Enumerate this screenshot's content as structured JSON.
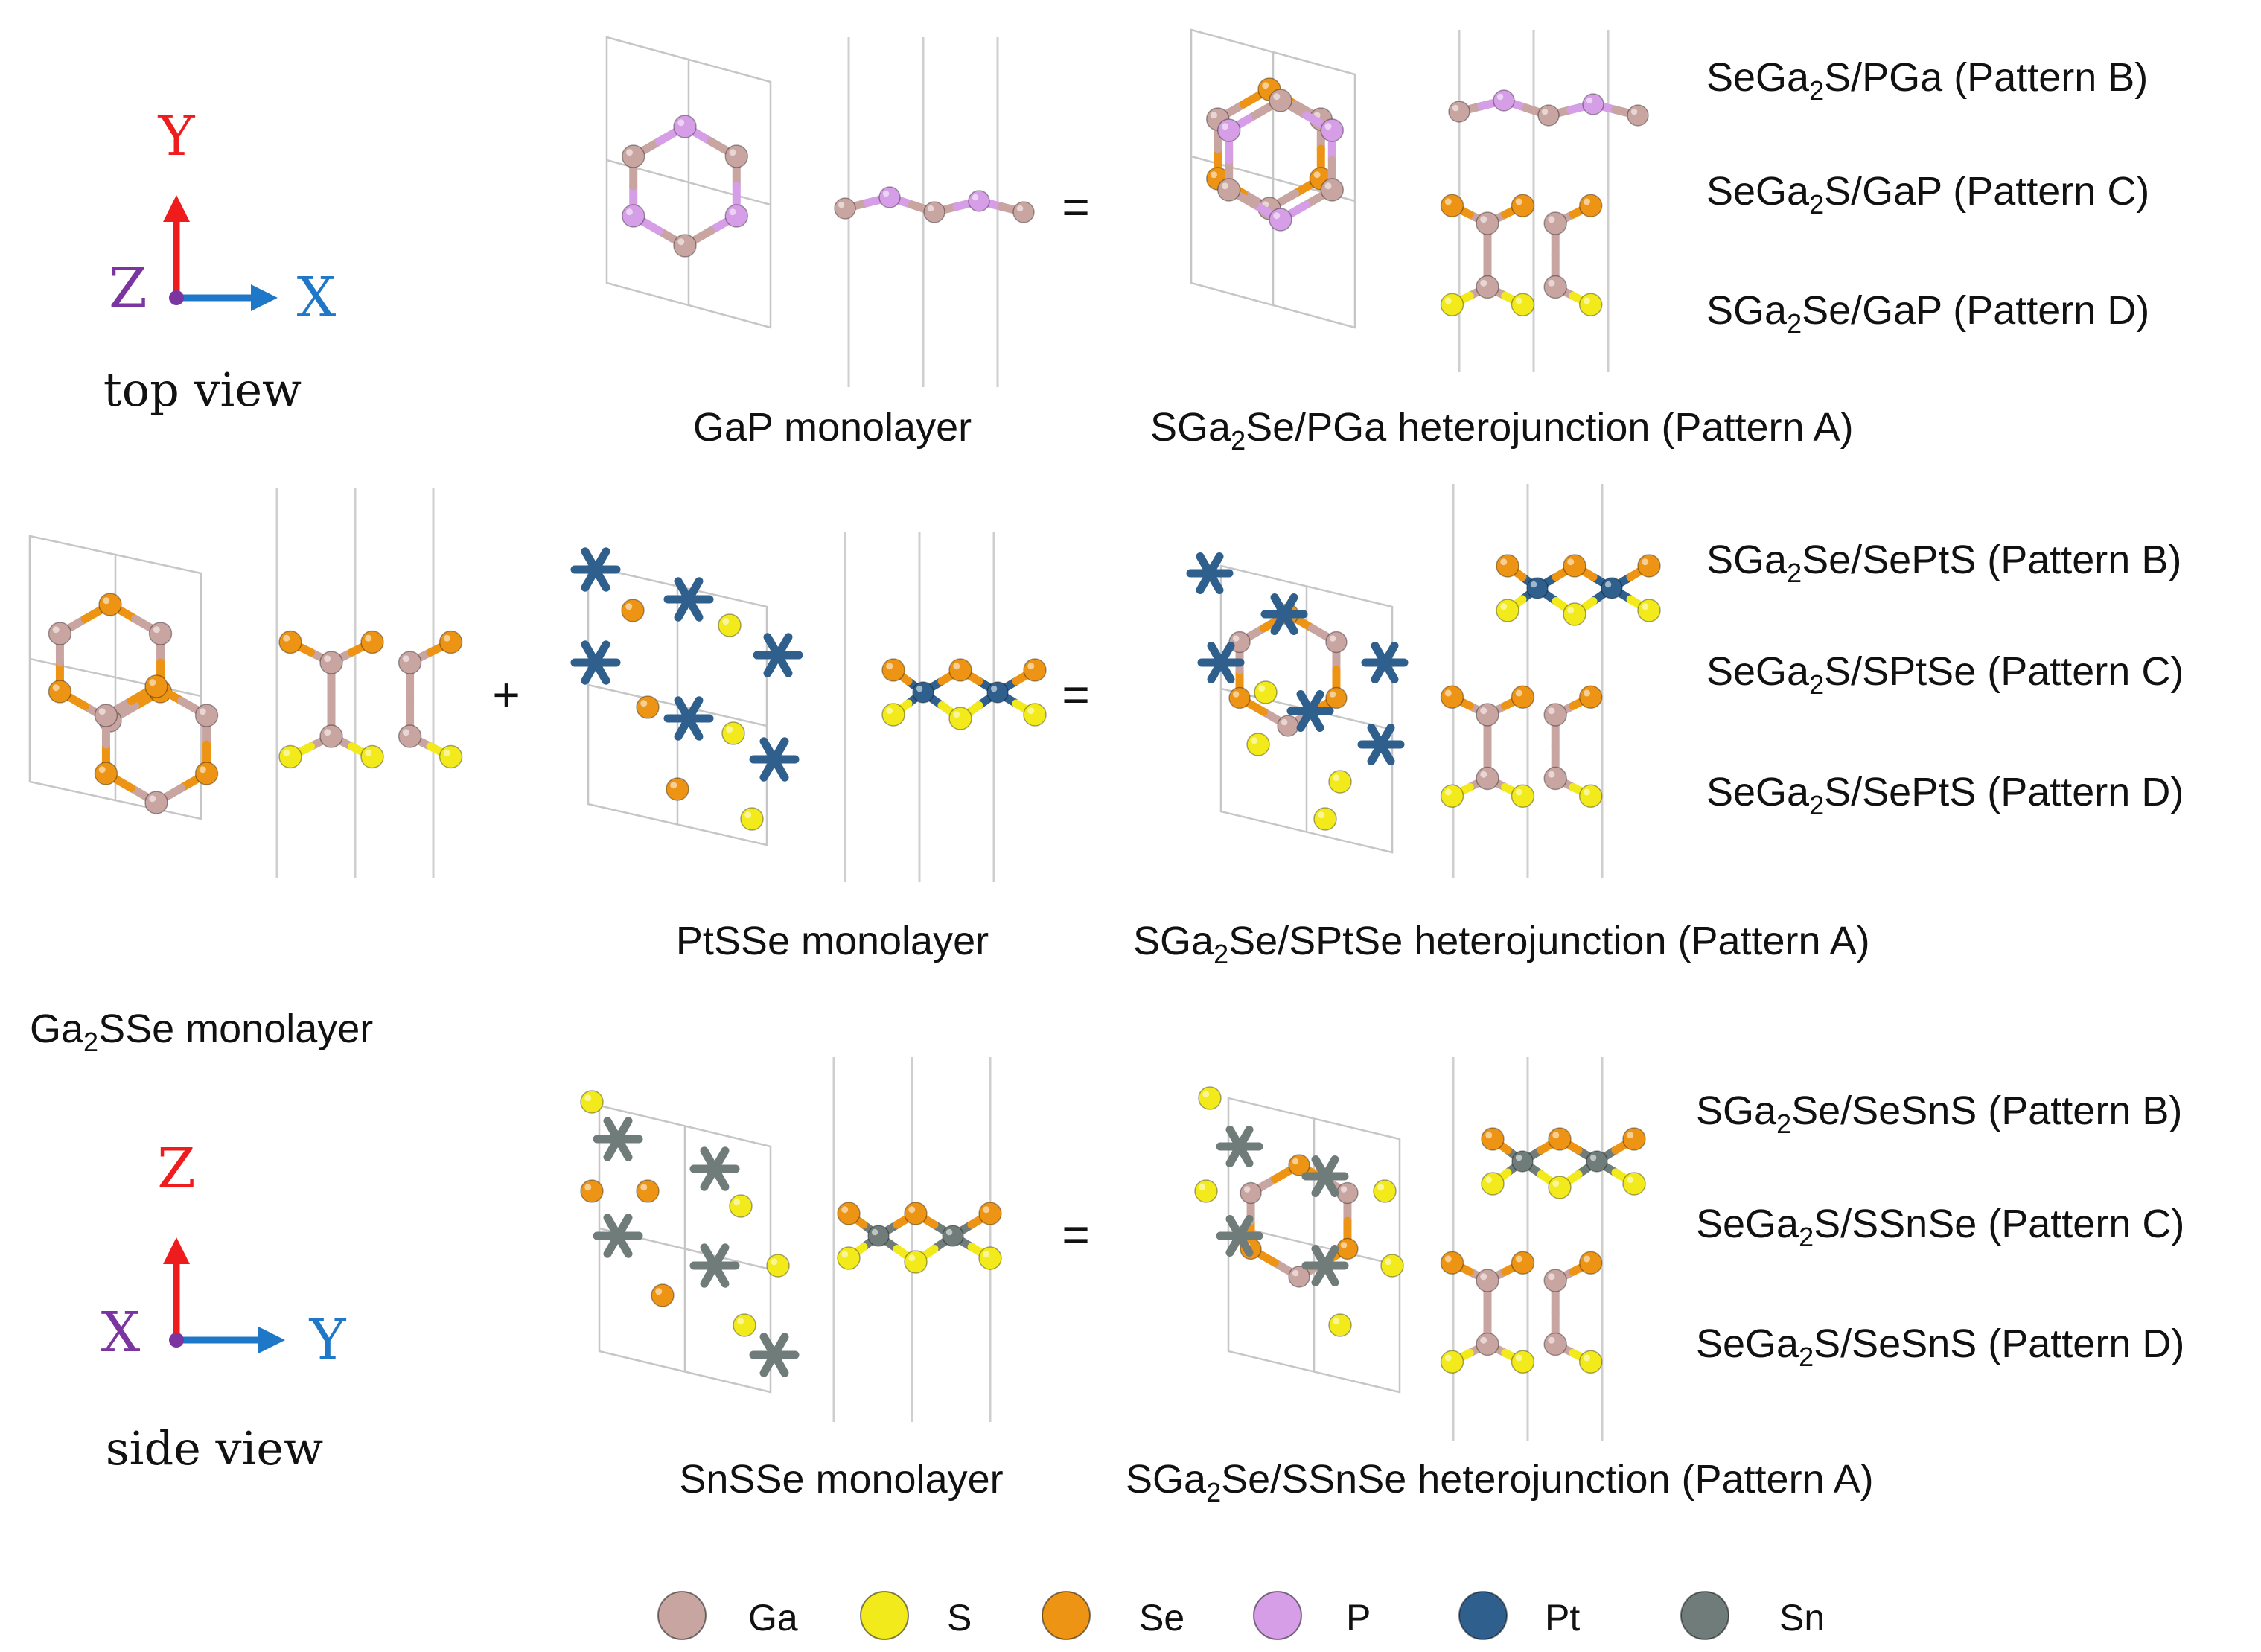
{
  "colors": {
    "Ga": "#c9a5a1",
    "S": "#f2ea1b",
    "Se": "#ee9415",
    "P": "#d59ee6",
    "Pt": "#2f5f8d",
    "Sn": "#6f7c79",
    "axis_red": "#ee1c1c",
    "axis_blue": "#1f77c8",
    "axis_purple": "#7a35a0"
  },
  "axes": {
    "top": {
      "up": "Y",
      "right": "X",
      "out": "Z",
      "caption": "top view"
    },
    "side": {
      "up": "Z",
      "right": "Y",
      "out": "X",
      "caption": "side view"
    }
  },
  "operators": {
    "plus": "+",
    "equals": "="
  },
  "monolayers": {
    "ga2sse": {
      "p1": "Ga",
      "sub": "2",
      "p2": "SSe monolayer"
    },
    "gap": "GaP monolayer",
    "ptsse": "PtSSe monolayer",
    "snsse": "SnSSe monolayer"
  },
  "heterojunctions": {
    "gap": {
      "caption": {
        "p1": "SGa",
        "sub": "2",
        "p2": "Se/PGa heterojunction (Pattern A)"
      },
      "patterns": [
        {
          "p1": "SeGa",
          "sub": "2",
          "p2": "S/PGa (Pattern B)"
        },
        {
          "p1": "SeGa",
          "sub": "2",
          "p2": "S/GaP (Pattern C)"
        },
        {
          "p1": "SGa",
          "sub": "2",
          "p2": "Se/GaP (Pattern D)"
        }
      ]
    },
    "ptsse": {
      "caption": {
        "p1": "SGa",
        "sub": "2",
        "p2": "Se/SPtSe heterojunction (Pattern A)"
      },
      "patterns": [
        {
          "p1": "SGa",
          "sub": "2",
          "p2": "Se/SePtS (Pattern B)"
        },
        {
          "p1": "SeGa",
          "sub": "2",
          "p2": "S/SPtSe (Pattern C)"
        },
        {
          "p1": "SeGa",
          "sub": "2",
          "p2": "S/SePtS (Pattern D)"
        }
      ]
    },
    "snsse": {
      "caption": {
        "p1": "SGa",
        "sub": "2",
        "p2": "Se/SSnSe heterojunction (Pattern A)"
      },
      "patterns": [
        {
          "p1": "SGa",
          "sub": "2",
          "p2": "Se/SeSnS (Pattern B)"
        },
        {
          "p1": "SeGa",
          "sub": "2",
          "p2": "S/SSnSe (Pattern C)"
        },
        {
          "p1": "SeGa",
          "sub": "2",
          "p2": "S/SeSnS (Pattern D)"
        }
      ]
    }
  },
  "legend": [
    {
      "label": "Ga",
      "color": "#c9a5a1"
    },
    {
      "label": "S",
      "color": "#f2ea1b"
    },
    {
      "label": "Se",
      "color": "#ee9415"
    },
    {
      "label": "P",
      "color": "#d59ee6"
    },
    {
      "label": "Pt",
      "color": "#2f5f8d"
    },
    {
      "label": "Sn",
      "color": "#6f7c79"
    }
  ]
}
